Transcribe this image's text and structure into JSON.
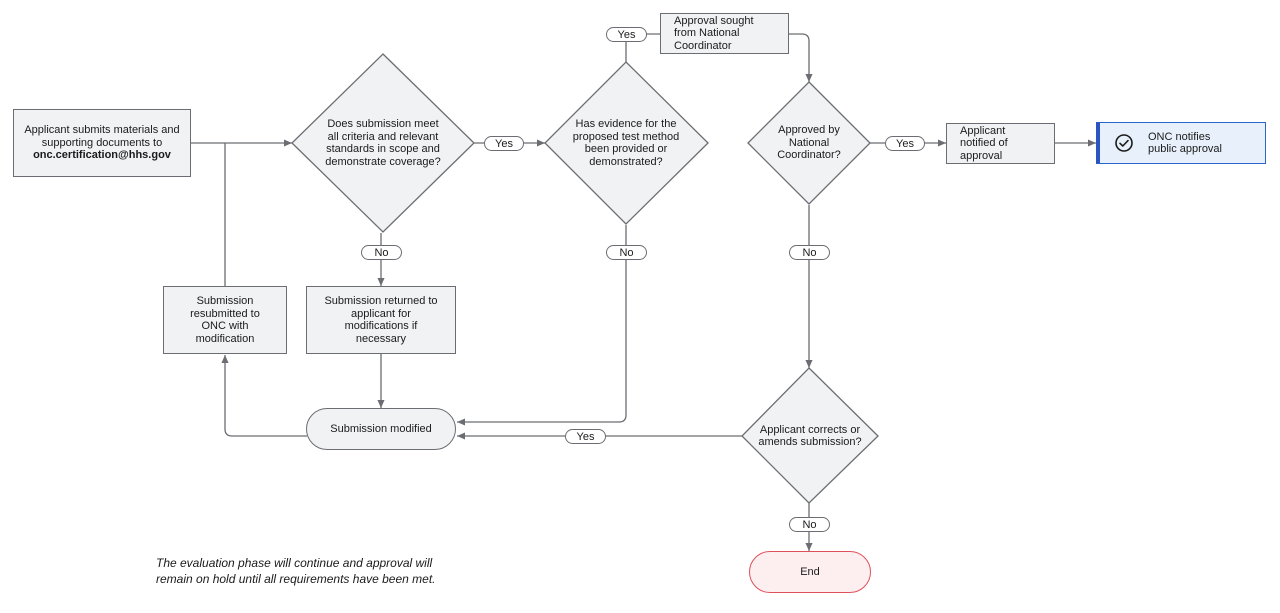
{
  "colors": {
    "line": "#6b6d72",
    "node_fill": "#f1f2f4",
    "end_border": "#e0505c",
    "end_fill": "#fdeff0",
    "final_border": "#2a55c0",
    "final_fill": "#e8f1fb"
  },
  "nodes": {
    "start": {
      "line1": "Applicant submits materials and",
      "line2": "supporting documents to",
      "email": "onc.certification@hhs.gov"
    },
    "decision_criteria": "Does submission meet all criteria and relevant standards in scope and demonstrate coverage?",
    "decision_evidence": "Has evidence for the proposed test method been provided or demonstrated?",
    "approval_sought": "Approval sought from National Coordinator",
    "decision_approved": "Approved by National Coordinator?",
    "notified_approval": "Applicant notified of approval",
    "onc_notifies": "ONC notifies public approval",
    "resubmitted": "Submission resubmitted to ONC with modification",
    "returned": "Submission returned to applicant for modifications if necessary",
    "modified": "Submission modified",
    "decision_corrects": "Applicant corrects or amends submission?",
    "end": "End"
  },
  "labels": {
    "yes_criteria": "Yes",
    "no_criteria": "No",
    "yes_evidence": "Yes",
    "no_evidence": "No",
    "yes_approved": "Yes",
    "no_approved": "No",
    "yes_corrects": "Yes",
    "no_corrects": "No"
  },
  "icons": {
    "final": "check-circle-icon"
  },
  "note": {
    "line1": "The evaluation phase will continue and approval will",
    "line2": "remain on hold until all requirements have been met."
  }
}
